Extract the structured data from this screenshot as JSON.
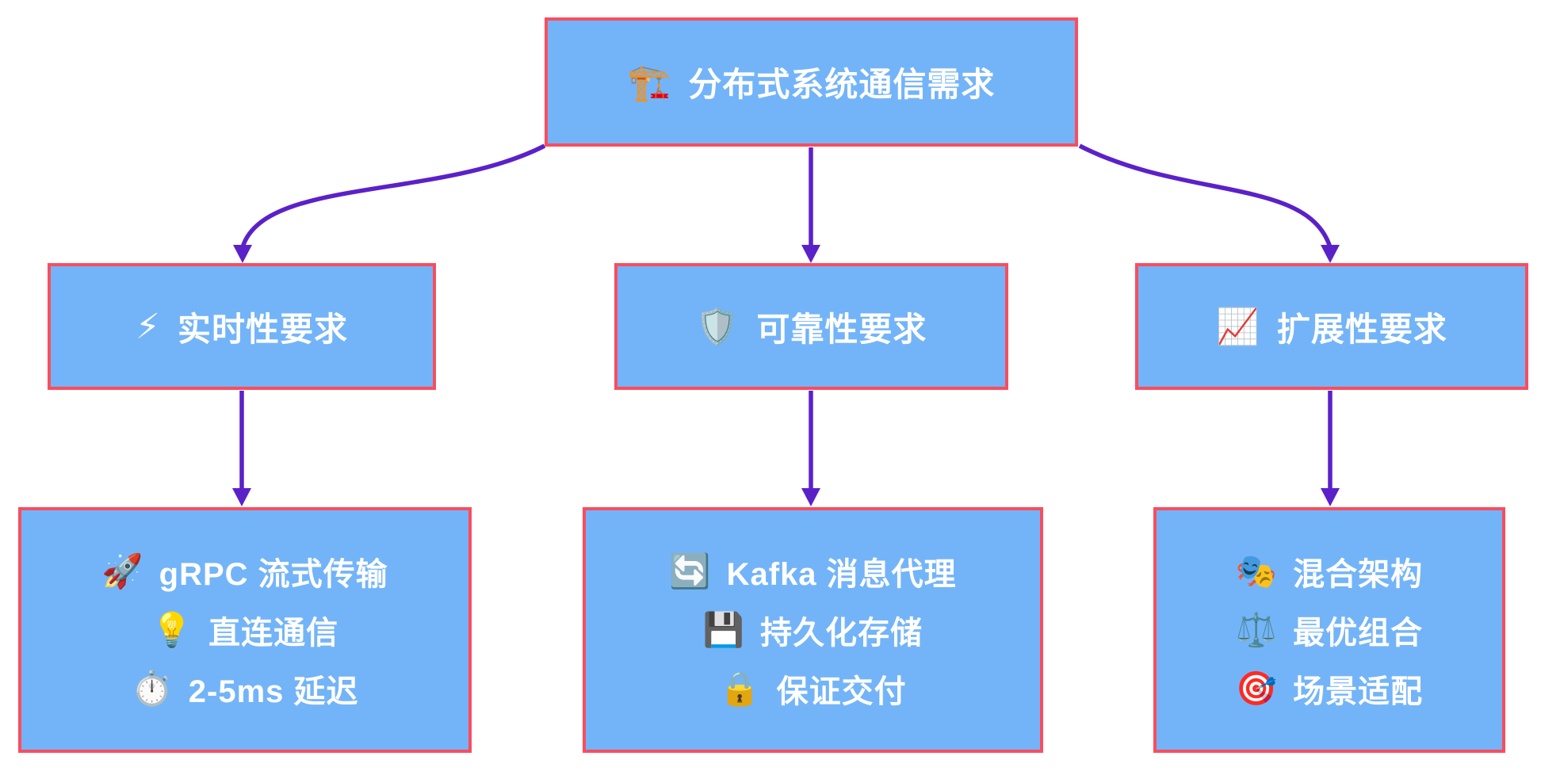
{
  "colors": {
    "background": "#ffffff",
    "node_fill": "#73b4f8",
    "node_border": "#fa4d5e",
    "text": "#ffffff",
    "arrow": "#5b21c9"
  },
  "nodes": {
    "root": {
      "icon": "🏗️",
      "label": "分布式系统通信需求"
    },
    "realtime": {
      "icon": "⚡",
      "label": "实时性要求"
    },
    "reliability": {
      "icon": "🛡️",
      "label": "可靠性要求"
    },
    "scalability": {
      "icon": "📈",
      "label": "扩展性要求"
    },
    "realtime_detail": {
      "lines": [
        {
          "icon": "🚀",
          "text": "gRPC 流式传输"
        },
        {
          "icon": "💡",
          "text": "直连通信"
        },
        {
          "icon": "⏱️",
          "text": "2-5ms 延迟"
        }
      ]
    },
    "reliability_detail": {
      "lines": [
        {
          "icon": "🔄",
          "text": "Kafka 消息代理"
        },
        {
          "icon": "💾",
          "text": "持久化存储"
        },
        {
          "icon": "🔒",
          "text": "保证交付"
        }
      ]
    },
    "scalability_detail": {
      "lines": [
        {
          "icon": "🎭",
          "text": "混合架构"
        },
        {
          "icon": "⚖️",
          "text": "最优组合"
        },
        {
          "icon": "🎯",
          "text": "场景适配"
        }
      ]
    }
  }
}
